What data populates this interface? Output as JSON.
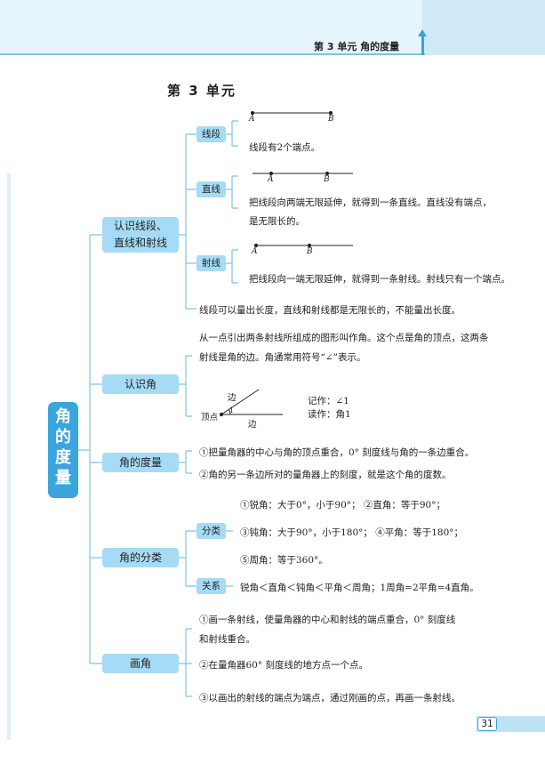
{
  "header": {
    "title": "第 3 单元    角的度量"
  },
  "unit_title": "第 3 单元",
  "root": {
    "label": "角的度量"
  },
  "sections": {
    "s1": {
      "label_line1": "认识线段、",
      "label_line2": "直线和射线"
    },
    "s2": {
      "label": "认识角"
    },
    "s3": {
      "label": "角的度量"
    },
    "s4": {
      "label": "角的分类"
    },
    "s5": {
      "label": "画角"
    }
  },
  "segment": {
    "label": "线段",
    "point_a": "A",
    "point_b": "B",
    "desc": "线段有2个端点。"
  },
  "line": {
    "label": "直线",
    "point_a": "A",
    "point_b": "B",
    "desc_line1": "把线段向两端无限延伸，就得到一条直线。直线没有端点，",
    "desc_line2": "是无限长的。"
  },
  "ray": {
    "label": "射线",
    "point_a": "A",
    "point_b": "B",
    "desc": "把线段向一端无限延伸，就得到一条射线。射线只有一个端点。"
  },
  "s1_summary": "线段可以量出长度，直线和射线都是无限长的，不能量出长度。",
  "angle_intro": {
    "line1": "从一点引出两条射线所组成的图形叫作角。这个点是角的顶点，这两条",
    "line2": "射线是角的边。角通常用符号“∠”表示。",
    "side_top": "边",
    "side_bottom": "边",
    "vertex": "顶点",
    "angle_mark": "1",
    "notation_write": "记作：∠1",
    "notation_read": "读作：角1"
  },
  "measure": {
    "step1": "①把量角器的中心与角的顶点重合，0° 刻度线与角的一条边重合。",
    "step2": "②角的另一条边所对的量角器上的刻度，就是这个角的度数。"
  },
  "classification": {
    "label_types": "分类",
    "type_line1": "①锐角：大于0°，小于90°；  ②直角：等于90°；",
    "type_line2": "③钝角：大于90°，小于180°；  ④平角：等于180°；",
    "type_line3": "⑤周角：等于360°。",
    "label_relation": "关系",
    "relation": "锐角＜直角＜钝角＜平角＜周角；1周角=2平角=4直角。"
  },
  "drawing": {
    "step1_line1": "①画一条射线，使量角器的中心和射线的端点重合，0° 刻度线",
    "step1_line2": "和射线重合。",
    "step2": "②在量角器60° 刻度线的地方点一个点。",
    "step3": "③以画出的射线的端点为端点，通过刚画的点，再画一条射线。"
  },
  "page_number": "31",
  "colors": {
    "accent": "#3ba4dc",
    "box": "#a6dbf5",
    "header": "#e6f4fb"
  }
}
